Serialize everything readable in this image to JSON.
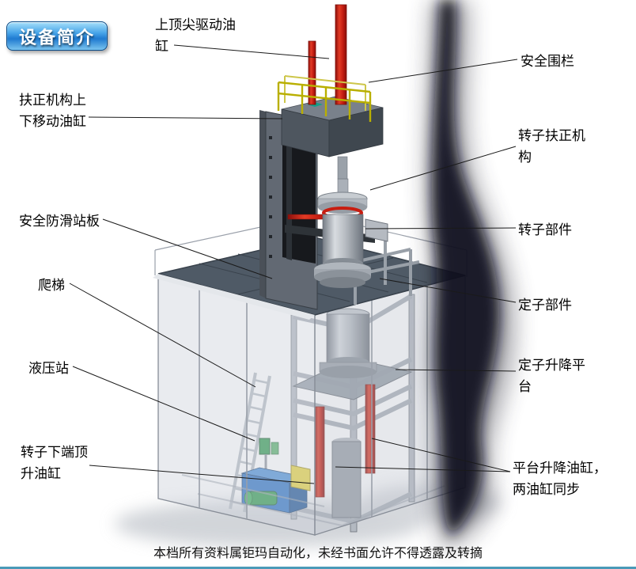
{
  "badge": {
    "label": "设备简介"
  },
  "labels": {
    "top_spindle_cylinder": "上顶尖驱动油缸",
    "safety_fence": "安全围栏",
    "centering_updown_cylinder": "扶正机构上下移动油缸",
    "rotor_centering_mechanism": "转子扶正机构",
    "anti_slip_platform": "安全防滑站板",
    "rotor_part": "转子部件",
    "ladder": "爬梯",
    "stator_part": "定子部件",
    "hydraulic_station": "液压站",
    "stator_lift_platform": "定子升降平台",
    "rotor_bottom_jack_cylinder": "转子下端顶升油缸",
    "platform_lift_cylinders": "平台升降油缸，两油缸同步"
  },
  "footer": {
    "text": "本档所有资料属钜玛自动化，未经书面允许不得透露及转摘"
  },
  "colors": {
    "cylinder_red": "#c81d10",
    "railing_yellow": "#bdb300",
    "badge_blue": "#1f7ad0",
    "hydraulic_blue": "#2b72c4",
    "bottom_rule_teal": "#4a9ab8"
  }
}
